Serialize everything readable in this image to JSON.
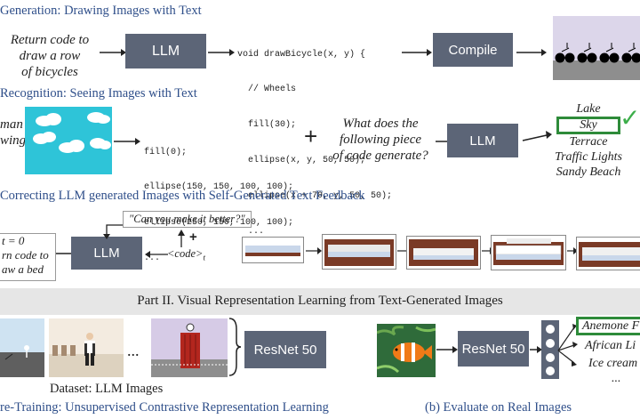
{
  "part1": {
    "section_a": {
      "title": "Generation: Drawing Images with Text",
      "prompt": [
        "Return code to",
        "draw a row",
        "of bicycles"
      ],
      "model_label": "LLM",
      "code_lines": [
        "void drawBicycle(x, y) {",
        "  // Wheels",
        "  fill(30);",
        "  ellipse(x, y, 50, 50);",
        "  ellipse(x + 70, y, 50, 50);",
        "  ..."
      ],
      "compile_label": "Compile"
    },
    "section_b": {
      "title": "Recognition: Seeing Images with Text",
      "prompt_fragment": [
        "man",
        "wing"
      ],
      "code_lines": [
        "fill(0);",
        "ellipse(150, 150, 100, 100);",
        "ellipse(250, 150, 100, 100);",
        "..."
      ],
      "plus": "+",
      "question": [
        "What does the",
        "following piece",
        "of code generate?"
      ],
      "model_label": "LLM",
      "options": [
        "Lake",
        "Sky",
        "Terrace",
        "Traffic Lights",
        "Sandy Beach"
      ],
      "selected_option": "Sky",
      "check_glyph": "✓"
    },
    "section_c": {
      "title": "Correcting LLM generated Images with Self-Generated Text Feedback",
      "init_prompt": [
        "t = 0",
        "rn code to",
        "aw a bed"
      ],
      "model_label": "LLM",
      "feedback": "\"Can you make it better?\"",
      "plus": "+",
      "code_label": "<code>",
      "code_subscript": "t"
    }
  },
  "part2": {
    "title": "Part II. Visual Representation Learning from Text-Generated Images",
    "left": {
      "ellipsis": "...",
      "model_label": "ResNet 50",
      "dataset_label": "Dataset: LLM Images",
      "caption": "re-Training: Unsupervised Contrastive Representation Learning"
    },
    "right": {
      "model_label": "ResNet 50",
      "labels": [
        "Anemone F",
        "African Li",
        "Ice cream",
        "..."
      ],
      "selected_label": "Anemone F",
      "caption": "(b) Evaluate on Real Images"
    }
  },
  "colors": {
    "title_blue": "#2f4f8a",
    "llm_box": "#5c6577",
    "select_green": "#2e8b3a",
    "check_green": "#3cae4a",
    "sky_blue": "#2ec4d8",
    "bed_brown": "#7a3a26"
  }
}
